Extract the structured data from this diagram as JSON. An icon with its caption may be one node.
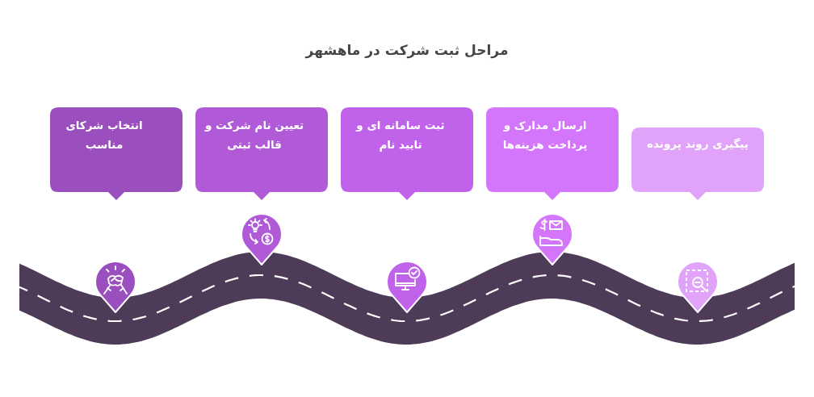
{
  "diagram": {
    "title": "مراحل ثبت شرکت در ماهشهر",
    "nodes": [
      {
        "text": [
          "انتخاب شرکای مناسب"
        ]
      },
      {
        "text": [
          "تعیین نام شرکت و قالب ثبتی"
        ]
      },
      {
        "text": [
          "ثبت سامانه ای و تایید نام"
        ]
      },
      {
        "text": [
          "ارسال مدارک و پرداخت هزینه‌ها"
        ]
      },
      {
        "text": [
          "پیگیری روند پرونده"
        ]
      }
    ]
  }
}
